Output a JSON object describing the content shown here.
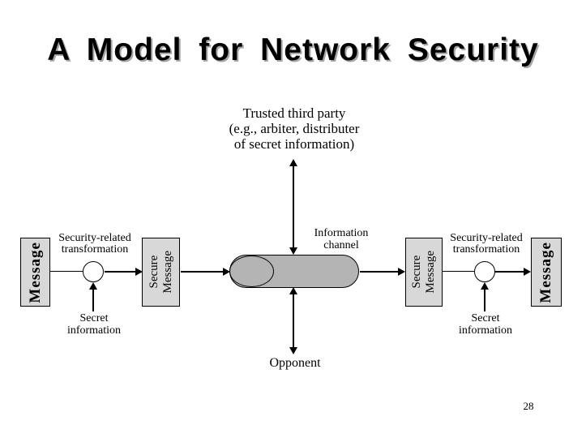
{
  "slide": {
    "title": "A Model for Network Security",
    "page_number": "28"
  },
  "diagram": {
    "trusted_third_party": {
      "lines": [
        "Trusted third party",
        "(e.g., arbiter, distributer",
        "of secret information)"
      ]
    },
    "information_channel": {
      "lines": [
        "Information",
        "channel"
      ]
    },
    "opponent_label": "Opponent",
    "sender": {
      "message_label": "Message",
      "transformation": {
        "lines": [
          "Security-related",
          "transformation"
        ]
      },
      "secure_message": {
        "lines": [
          "Secure",
          "Message"
        ]
      },
      "secret_information": {
        "lines": [
          "Secret",
          "information"
        ]
      }
    },
    "receiver": {
      "message_label": "Message",
      "transformation": {
        "lines": [
          "Security-related",
          "transformation"
        ]
      },
      "secure_message": {
        "lines": [
          "Secure",
          "Message"
        ]
      },
      "secret_information": {
        "lines": [
          "Secret",
          "information"
        ]
      }
    }
  },
  "colors": {
    "box_fill": "#d8d8d8",
    "channel_fill": "#b4b4b4",
    "line_color": "#000000",
    "title_shadow": "#a6a6a6"
  }
}
